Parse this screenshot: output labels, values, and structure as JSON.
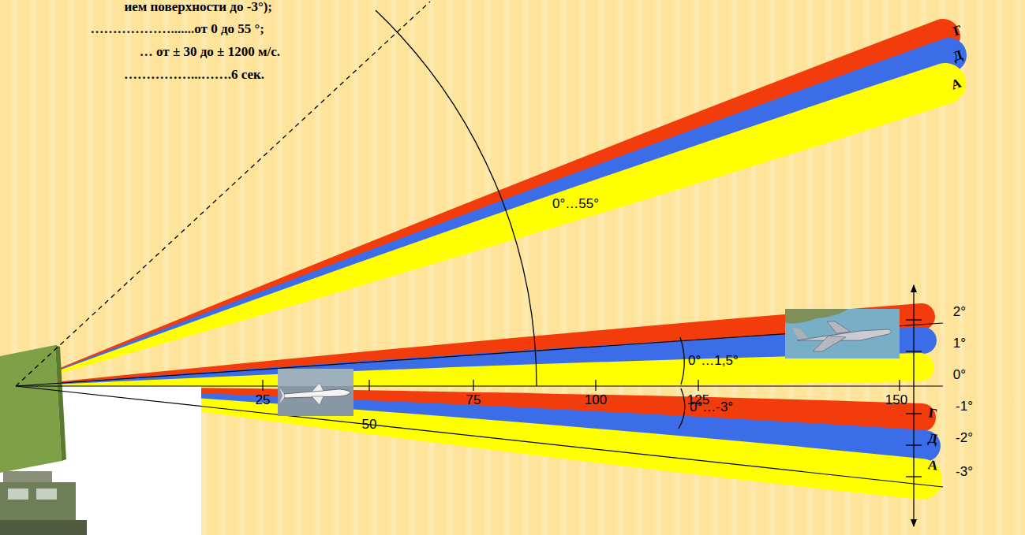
{
  "diagram": {
    "labels": [
      "ием поверхности до -3°);",
      "……………….......от 0 до 55 °;",
      "… от ± 30 до ± 1200 м/с.",
      "……………...…….6 сек.",
      "Г",
      "Д",
      "А",
      "0°…55°",
      "0°…1,5°",
      "0°…-3°",
      "25",
      "50",
      "75",
      "100",
      "125",
      "150",
      "Г",
      "Д",
      "А",
      "2°",
      "1°",
      "0°",
      "-1°",
      "-2°",
      "-3°"
    ]
  }
}
